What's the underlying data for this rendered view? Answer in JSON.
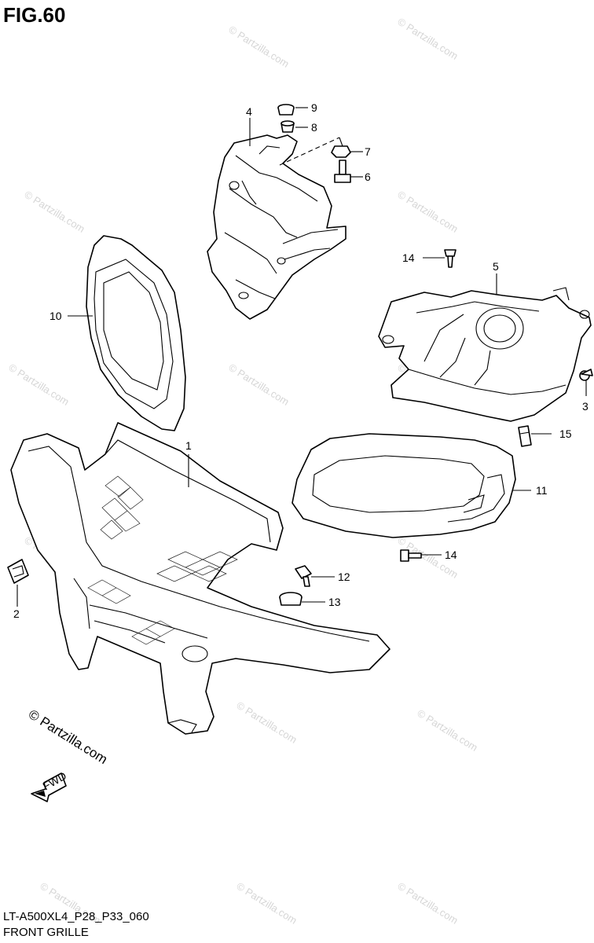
{
  "figure": {
    "title": "FIG.60",
    "model_code": "LT-A500XL4_P28_P33_060",
    "name": "FRONT GRILLE"
  },
  "watermark": {
    "text": "© Partzilla.com",
    "main_text": "© Partzilla.com"
  },
  "direction_arrow": {
    "label": "FWD"
  },
  "callouts": [
    {
      "id": "1",
      "label": "1"
    },
    {
      "id": "2",
      "label": "2"
    },
    {
      "id": "3",
      "label": "3"
    },
    {
      "id": "4",
      "label": "4"
    },
    {
      "id": "5",
      "label": "5"
    },
    {
      "id": "6",
      "label": "6"
    },
    {
      "id": "7",
      "label": "7"
    },
    {
      "id": "8",
      "label": "8"
    },
    {
      "id": "9",
      "label": "9"
    },
    {
      "id": "10",
      "label": "10"
    },
    {
      "id": "11",
      "label": "11"
    },
    {
      "id": "12",
      "label": "12"
    },
    {
      "id": "13",
      "label": "13"
    },
    {
      "id": "14a",
      "label": "14"
    },
    {
      "id": "14b",
      "label": "14"
    },
    {
      "id": "15",
      "label": "15"
    }
  ],
  "colors": {
    "line": "#000000",
    "watermark": "#d6d6d6",
    "background": "#ffffff"
  }
}
